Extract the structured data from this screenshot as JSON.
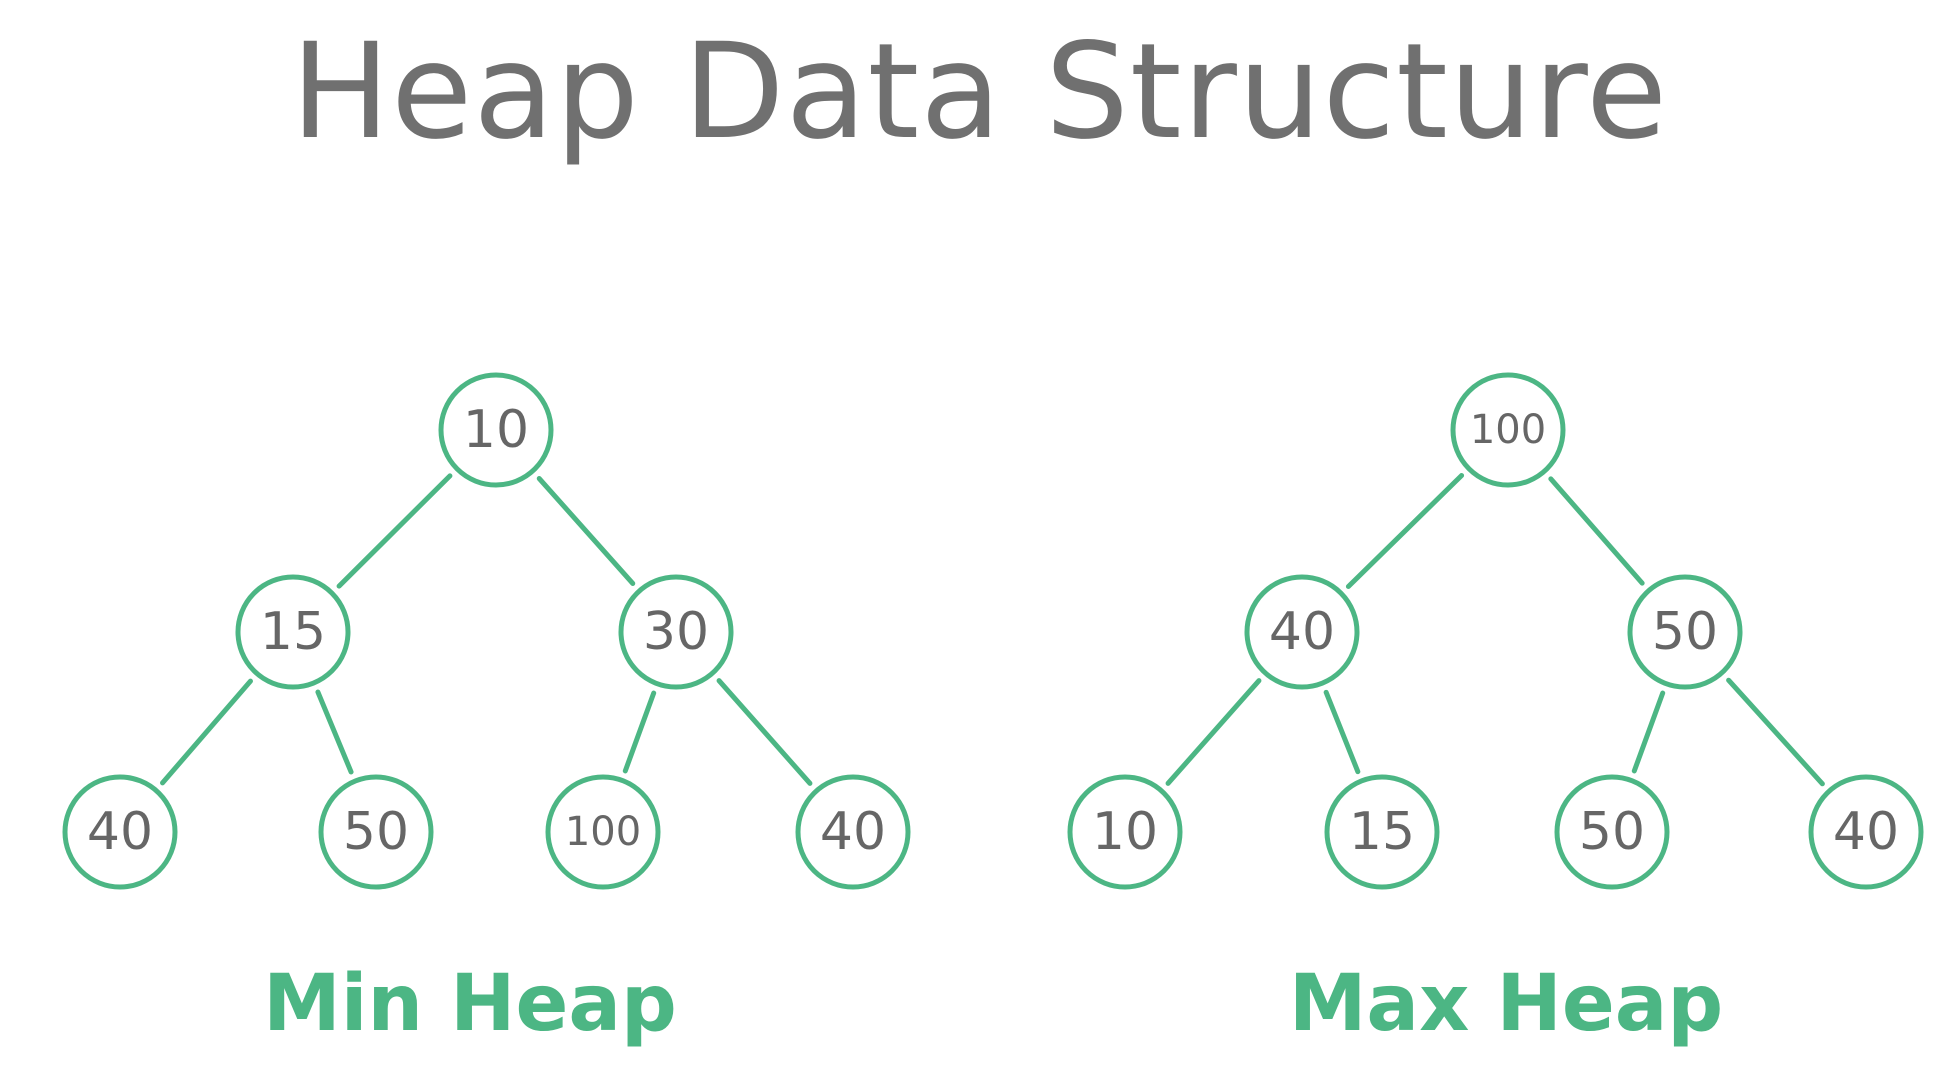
{
  "title": "Heap Data Structure",
  "colors": {
    "accent": "#4cb684",
    "text": "#707070",
    "node_text": "#666666",
    "background": "#ffffff"
  },
  "heaps": [
    {
      "id": "min-heap",
      "caption": "Min Heap",
      "nodes": [
        "10",
        "15",
        "30",
        "40",
        "50",
        "100",
        "40"
      ]
    },
    {
      "id": "max-heap",
      "caption": "Max Heap",
      "nodes": [
        "100",
        "40",
        "50",
        "10",
        "15",
        "50",
        "40"
      ]
    }
  ]
}
